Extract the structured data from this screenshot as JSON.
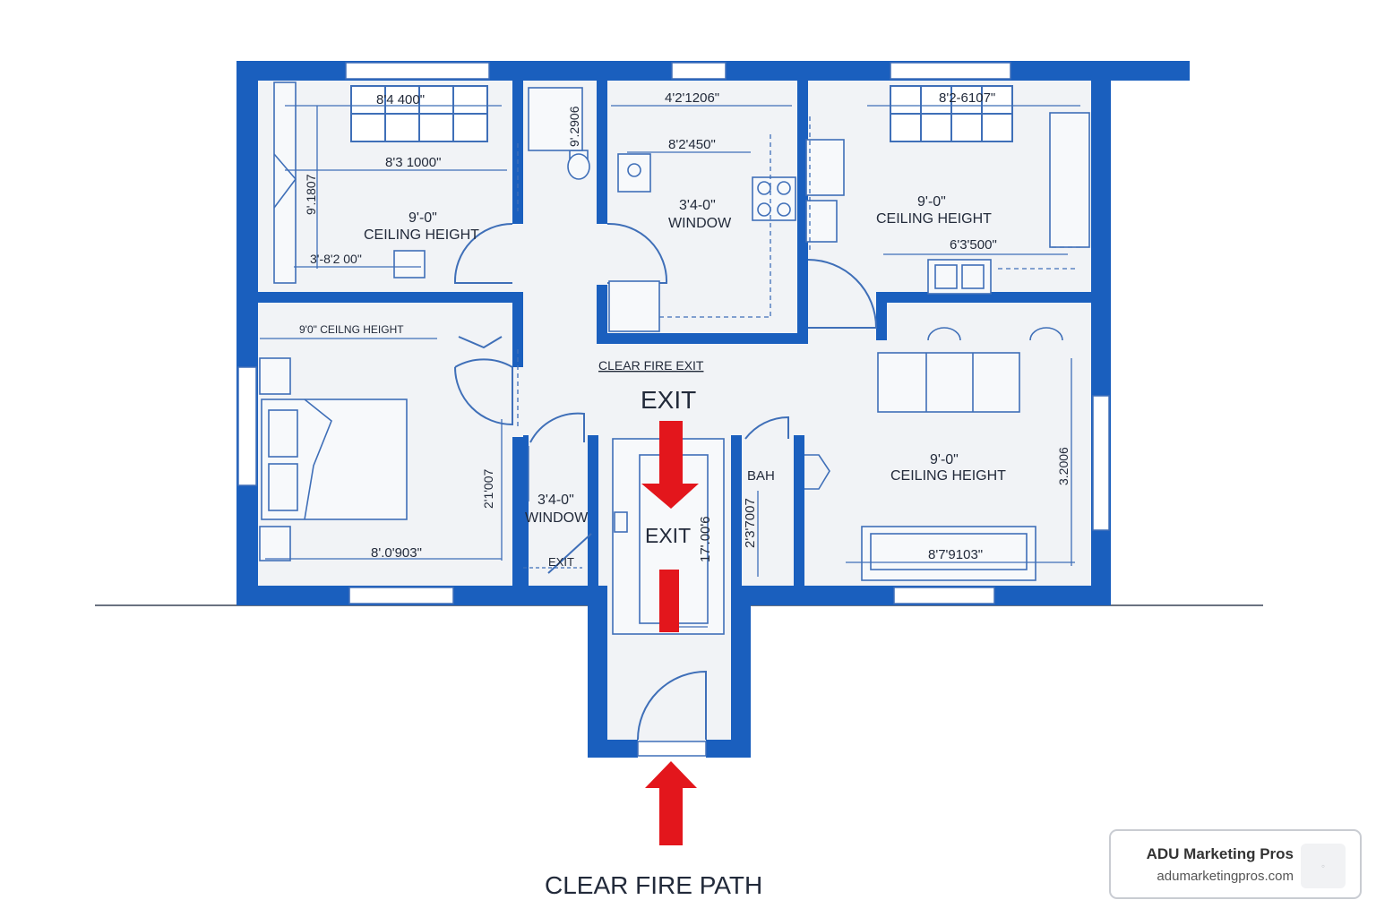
{
  "labels": {
    "bedroom1_window_dim": "8'4 400\"",
    "bedroom1_width_dim": "8'3 1000\"",
    "bedroom1_side_dim": "9'.1807",
    "bedroom1_ceiling_value": "9'-0\"",
    "bedroom1_ceiling_text": "CEILING HEIGHT",
    "bedroom1_low_dim": "3'-8'2 00\"",
    "bath_top_dim": "9'.2906",
    "kitchen_top_dim": "4'2'1206\"",
    "kitchen_mid_dim": "8'2'450\"",
    "kitchen_window_value": "3'4-0\"",
    "kitchen_window_text": "WINDOW",
    "right_room_window_dim": "8'2-6107\"",
    "right_room_ceiling_value": "9'-0\"",
    "right_room_ceiling_text": "CEILING HEIGHT",
    "right_room_low_dim": "6'3'500\"",
    "bedroom2_ceiling": "9'0\" CEILNG HEIGHT",
    "bedroom2_side_dim": "2'1'007",
    "bedroom2_bottom_dim": "8'.0'903\"",
    "closet_window_value": "3'4-0\"",
    "closet_window_text": "WINDOW",
    "closet_exit": "EXIT",
    "clear_fire_exit": "CLEAR FIRE EXIT",
    "exit_main": "EXIT",
    "hall_exit": "EXIT",
    "hall_dim": "17'.00'6",
    "bath2_label": "BAH",
    "bath2_dim": "2'3'7007",
    "living_ceiling_value": "9'-0\"",
    "living_ceiling_text": "CEILING HEIGHT",
    "living_side_dim": "3.2006",
    "living_bottom_dim": "8'7'9103\"",
    "clear_fire_path": "CLEAR FIRE PATH"
  },
  "badge": {
    "name": "ADU Marketing Pros",
    "url": "adumarketingpros.com"
  },
  "colors": {
    "wall": "#1a5fbe",
    "line": "#3f6fb8",
    "floor": "#f1f3f6",
    "arrow": "#e3161c",
    "text": "#222a3a"
  }
}
